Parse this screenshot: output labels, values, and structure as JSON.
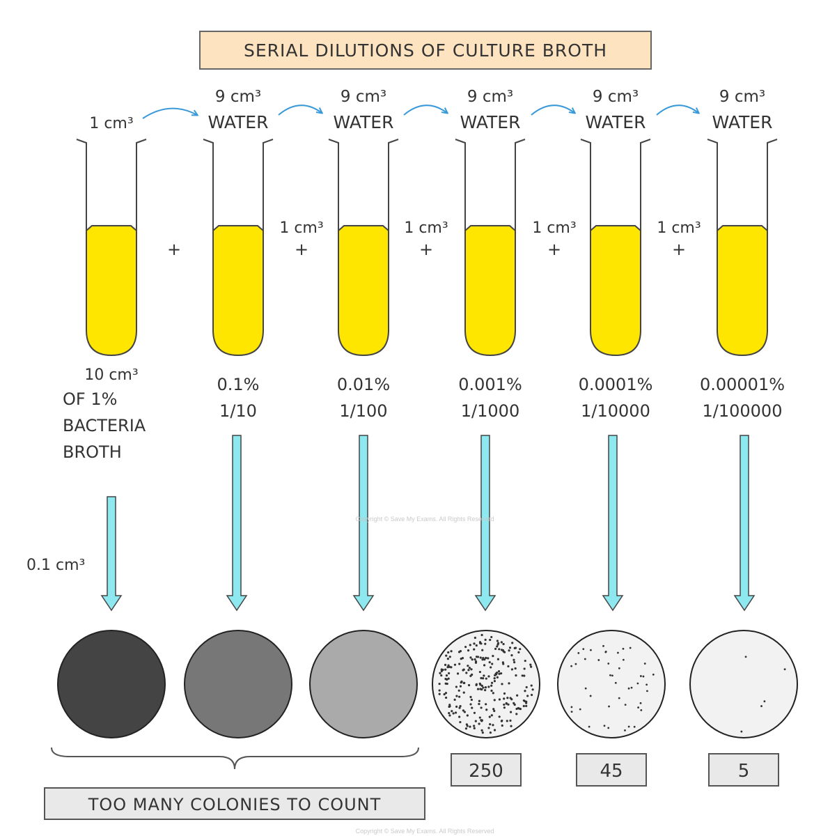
{
  "title": "SERIAL DILUTIONS OF CULTURE BROTH",
  "tubes": [
    {
      "top1": "",
      "top2": "1 cm³",
      "conc1": "10 cm³",
      "conc2": "",
      "dilution": ""
    },
    {
      "top1": "9 cm³",
      "top2": "WATER",
      "conc1": "0.1%",
      "dilution": "1/10"
    },
    {
      "top1": "9 cm³",
      "top2": "WATER",
      "conc1": "0.01%",
      "dilution": "1/100"
    },
    {
      "top1": "9 cm³",
      "top2": "WATER",
      "conc1": "0.001%",
      "dilution": "1/1000"
    },
    {
      "top1": "9 cm³",
      "top2": "WATER",
      "conc1": "0.0001%",
      "dilution": "1/10000"
    },
    {
      "top1": "9 cm³",
      "top2": "WATER",
      "conc1": "0.00001%",
      "dilution": "1/100000"
    }
  ],
  "source_lines": [
    "OF  1%",
    "BACTERIA",
    "BROTH"
  ],
  "transfer_labels": [
    {
      "amount": "",
      "op": "+"
    },
    {
      "amount": "1 cm³",
      "op": "+"
    },
    {
      "amount": "1 cm³",
      "op": "+"
    },
    {
      "amount": "1 cm³",
      "op": "+"
    },
    {
      "amount": "1 cm³",
      "op": "+"
    }
  ],
  "plating_volume": "0.1 cm³",
  "plates": [
    {
      "fill": "#444444",
      "dots": 0,
      "count": ""
    },
    {
      "fill": "#777777",
      "dots": 0,
      "count": ""
    },
    {
      "fill": "#aaaaaa",
      "dots": 0,
      "count": ""
    },
    {
      "fill": "#f2f2f2",
      "dots": 250,
      "count": "250"
    },
    {
      "fill": "#f2f2f2",
      "dots": 45,
      "count": "45"
    },
    {
      "fill": "#f2f2f2",
      "dots": 5,
      "count": "5"
    }
  ],
  "too_many_label": "TOO MANY  COLONIES  TO  COUNT",
  "watermark": "Copyright © Save My Exams. All Rights Reserved",
  "colors": {
    "broth": "#ffe600",
    "arrow_fill": "#8ee8f0",
    "curved_arrow": "#3a9ad9",
    "title_bg": "#fde3bf",
    "count_box": "#e9e9e9",
    "ink": "#333333"
  },
  "icons": {
    "tube": "test-tube-icon",
    "down_arrow": "down-arrow-icon",
    "curved_arrow": "curved-arrow-icon",
    "plate": "petri-dish-icon"
  }
}
